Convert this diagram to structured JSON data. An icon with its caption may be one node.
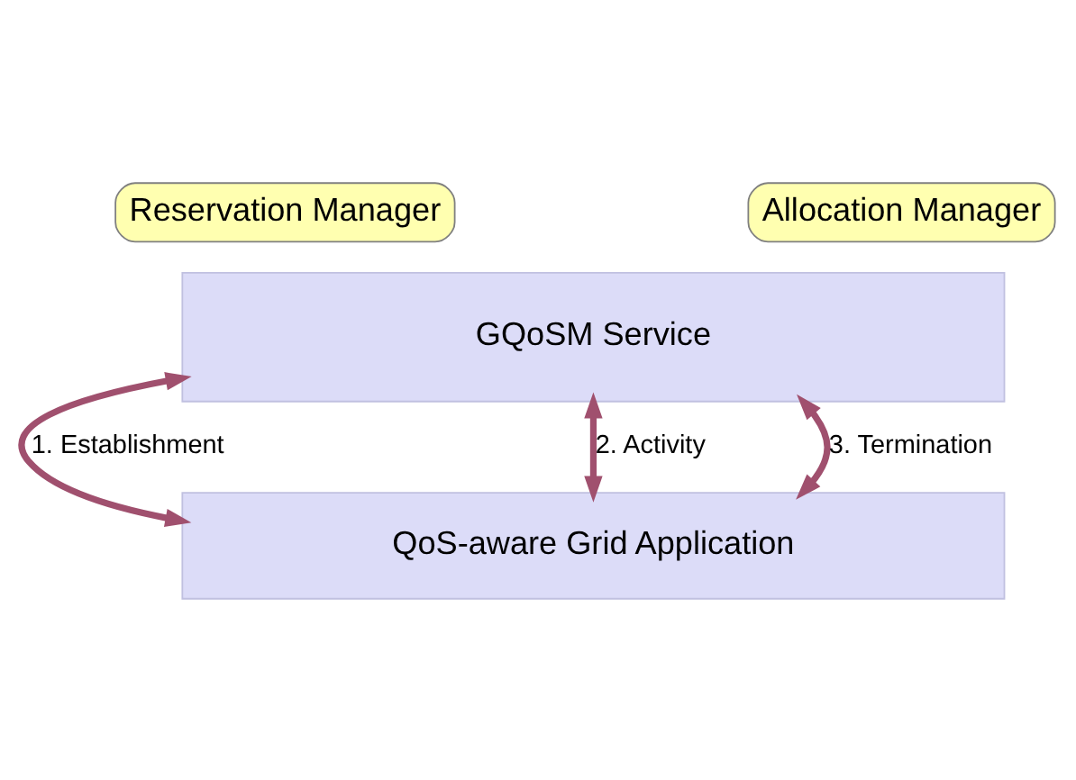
{
  "diagram": {
    "nodes": [
      {
        "text": [
          "Reservation Manager"
        ]
      },
      {
        "text": [
          "Allocation Manager"
        ]
      },
      {
        "text": [
          "GQoSM Service"
        ]
      },
      {
        "text": [
          "QoS-aware Grid Application"
        ]
      }
    ],
    "edges": [
      {
        "from": 2,
        "to": 3,
        "arrow": "both",
        "label": "1. Establishment"
      },
      {
        "from": 2,
        "to": 3,
        "arrow": "both",
        "label": "2. Activity"
      },
      {
        "from": 2,
        "to": 3,
        "arrow": "both",
        "label": "3. Termination"
      }
    ]
  }
}
